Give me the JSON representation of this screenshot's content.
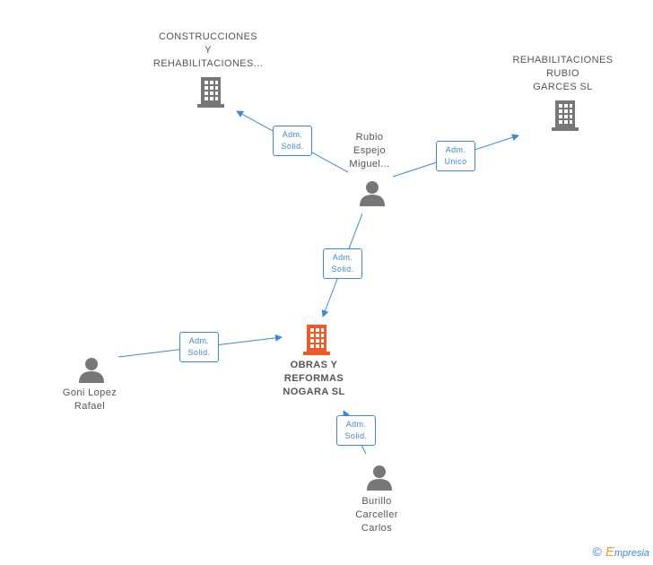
{
  "nodes": {
    "construcciones": {
      "lines": [
        "CONSTRUCCIONES",
        "Y",
        "REHABILITACIONES..."
      ]
    },
    "rehabilitaciones": {
      "lines": [
        "REHABILITACIONES",
        "RUBIO",
        "GARCES SL"
      ]
    },
    "rubio": {
      "lines": [
        "Rubio",
        "Espejo",
        "Miguel..."
      ]
    },
    "obras": {
      "lines": [
        "OBRAS Y",
        "REFORMAS",
        "NOGARA SL"
      ]
    },
    "goni": {
      "lines": [
        "Goni Lopez",
        "Rafael"
      ]
    },
    "burillo": {
      "lines": [
        "Burillo",
        "Carceller",
        "Carlos"
      ]
    }
  },
  "edges": [
    {
      "lines": [
        "Adm.",
        "Solid."
      ]
    },
    {
      "lines": [
        "Adm.",
        "Unico"
      ]
    },
    {
      "lines": [
        "Adm.",
        "Solid."
      ]
    },
    {
      "lines": [
        "Adm.",
        "Solid."
      ]
    },
    {
      "lines": [
        "Adm.",
        "Solid."
      ]
    }
  ],
  "footer": {
    "copyright": "©",
    "brand_initial": "E",
    "brand_rest": "mpresia"
  },
  "colors": {
    "edge": "#3b8ad8",
    "company": "#777777",
    "main_company": "#f05a28",
    "person": "#777777"
  },
  "icons": {
    "company": "building-icon",
    "person": "person-icon"
  }
}
